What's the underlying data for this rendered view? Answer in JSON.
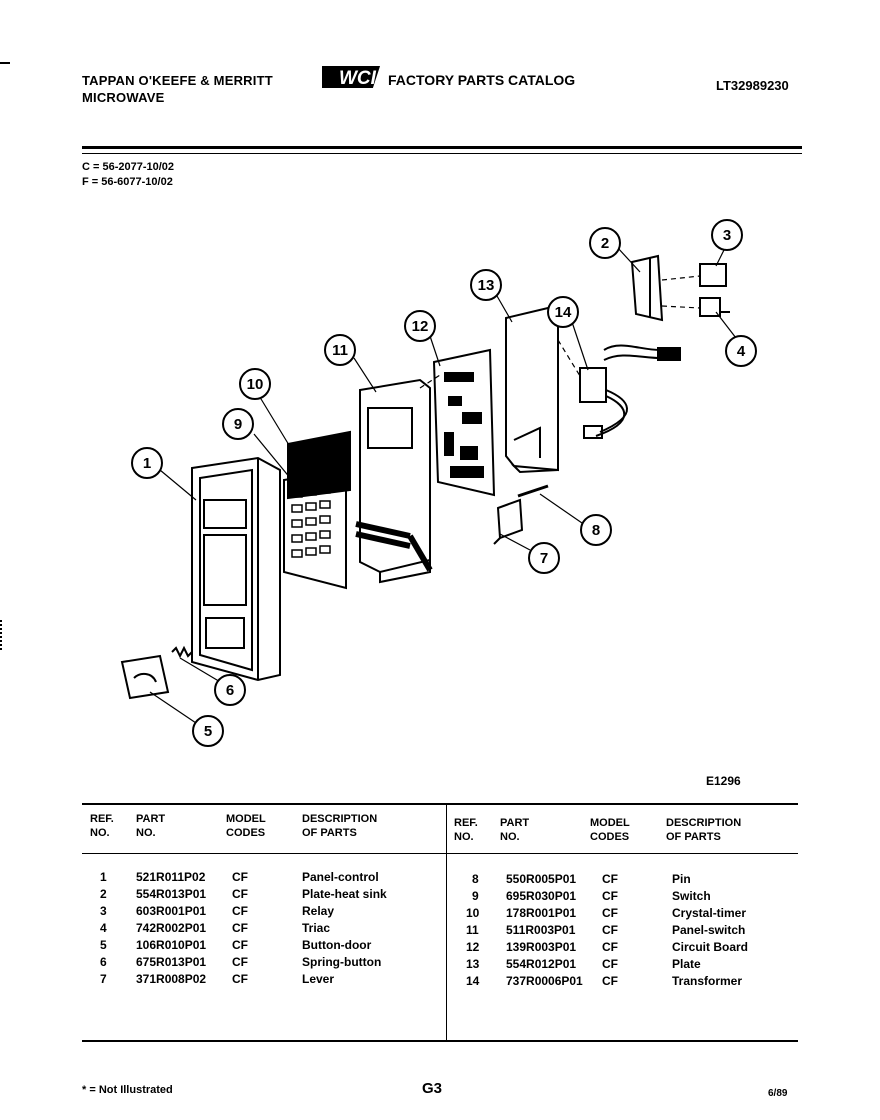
{
  "header": {
    "manufacturer_line1": "TAPPAN O'KEEFE & MERRITT",
    "manufacturer_line2": "MICROWAVE",
    "logo_text": "WCI",
    "catalog_title": "FACTORY PARTS CATALOG",
    "model_code": "LT32989230"
  },
  "model_codes": {
    "c": "C = 56-2077-10/02",
    "f": "F = 56-6077-10/02"
  },
  "diagram": {
    "figure_code": "E1296",
    "callouts": [
      "1",
      "2",
      "3",
      "4",
      "5",
      "6",
      "7",
      "8",
      "9",
      "10",
      "11",
      "12",
      "13",
      "14"
    ]
  },
  "table": {
    "headers": {
      "ref_1": "REF.",
      "ref_2": "NO.",
      "part_1": "PART",
      "part_2": "NO.",
      "model_1": "MODEL",
      "model_2": "CODES",
      "desc_1": "DESCRIPTION",
      "desc_2": "OF PARTS"
    },
    "left_rows": [
      {
        "ref": "1",
        "part": "521R011P02",
        "code": "CF",
        "desc": "Panel-control"
      },
      {
        "ref": "2",
        "part": "554R013P01",
        "code": "CF",
        "desc": "Plate-heat sink"
      },
      {
        "ref": "3",
        "part": "603R001P01",
        "code": "CF",
        "desc": "Relay"
      },
      {
        "ref": "4",
        "part": "742R002P01",
        "code": "CF",
        "desc": "Triac"
      },
      {
        "ref": "5",
        "part": "106R010P01",
        "code": "CF",
        "desc": "Button-door"
      },
      {
        "ref": "6",
        "part": "675R013P01",
        "code": "CF",
        "desc": "Spring-button"
      },
      {
        "ref": "7",
        "part": "371R008P02",
        "code": "CF",
        "desc": "Lever"
      }
    ],
    "right_rows": [
      {
        "ref": "8",
        "part": "550R005P01",
        "code": "CF",
        "desc": "Pin"
      },
      {
        "ref": "9",
        "part": "695R030P01",
        "code": "CF",
        "desc": "Switch"
      },
      {
        "ref": "10",
        "part": "178R001P01",
        "code": "CF",
        "desc": "Crystal-timer"
      },
      {
        "ref": "11",
        "part": "511R003P01",
        "code": "CF",
        "desc": "Panel-switch"
      },
      {
        "ref": "12",
        "part": "139R003P01",
        "code": "CF",
        "desc": "Circuit Board"
      },
      {
        "ref": "13",
        "part": "554R012P01",
        "code": "CF",
        "desc": "Plate"
      },
      {
        "ref": "14",
        "part": "737R0006P01",
        "code": "CF",
        "desc": "Transformer"
      }
    ]
  },
  "footer": {
    "note": "* = Not Illustrated",
    "page": "G3",
    "date": "6/89"
  }
}
